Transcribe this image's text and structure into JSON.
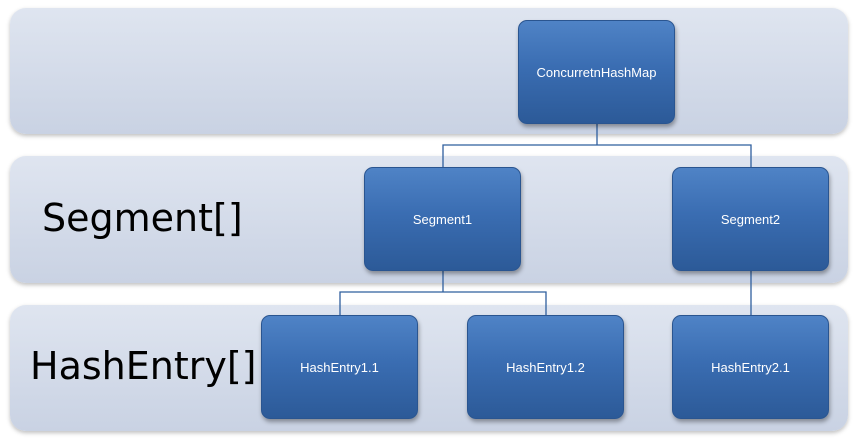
{
  "rows": {
    "segment_label": "Segment[]",
    "hashentry_label": "HashEntry[]"
  },
  "nodes": {
    "root": "ConcurretnHashMap",
    "segment1": "Segment1",
    "segment2": "Segment2",
    "hashentry1_1": "HashEntry1.1",
    "hashentry1_2": "HashEntry1.2",
    "hashentry2_1": "HashEntry2.1"
  },
  "colors": {
    "node_fill": "#3a6db2",
    "node_text": "#ffffff",
    "band_fill": "#d3dae8",
    "connector": "#2f5f9e"
  }
}
